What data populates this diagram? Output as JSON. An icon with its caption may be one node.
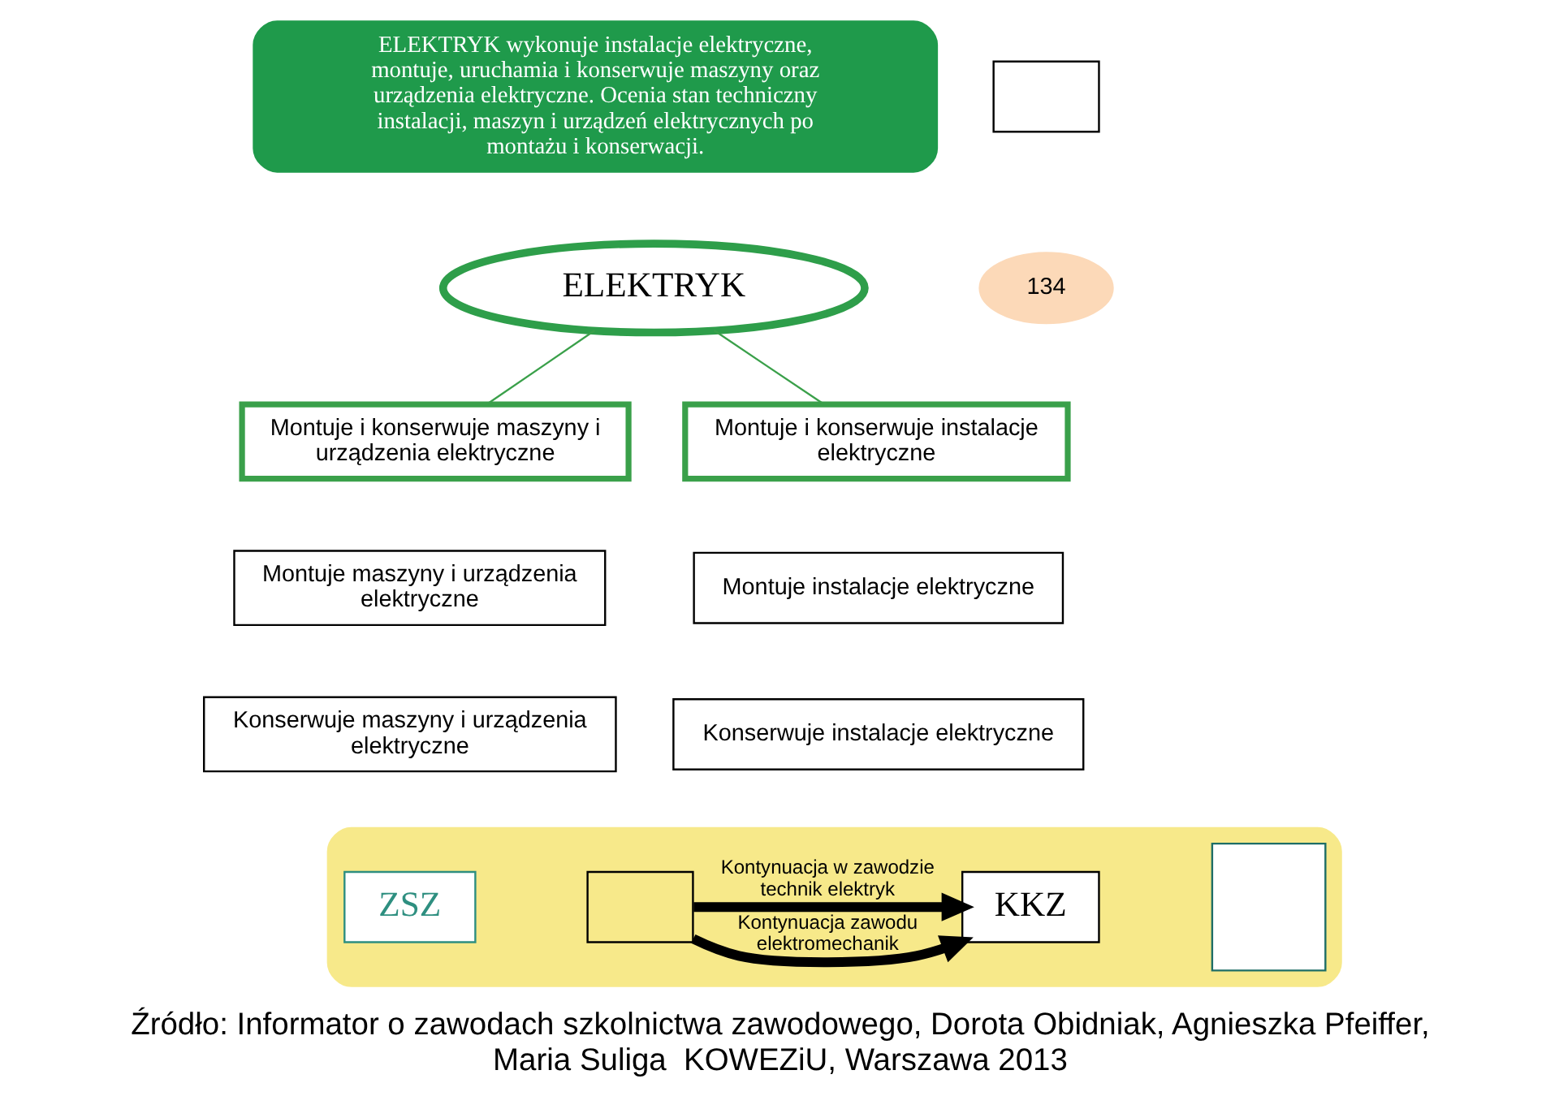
{
  "diagram": {
    "caption": "Źródło: Informator o zawodach szkolnictwa zawodowego, Dorota Obidniak, Agnieszka Pfeiffer, Maria Suliga  KOWEZiU, Warszawa 2013",
    "nodes": [
      {
        "text": [
          "ELEKTRYK"
        ]
      },
      {
        "text": [
          "Montuje i konserwuje maszyny i urządzenia elektryczne"
        ]
      },
      {
        "text": [
          "Montuje i konserwuje instalacje elektryczne"
        ]
      },
      {
        "text": [
          "Montuje maszyny i urządzenia elektryczne"
        ]
      },
      {
        "text": [
          "Konserwuje maszyny i urządzenia elektryczne"
        ]
      },
      {
        "text": [
          "Montuje instalacje elektryczne"
        ]
      },
      {
        "text": [
          "Konserwuje instalacje elektryczne"
        ]
      },
      {
        "text": [
          "ELEKTRYK wykonuje instalacje elektryczne, montuje, uruchamia i konserwuje maszyny oraz urządzenia elektryczne. Ocenia stan techniczny instalacji, maszyn i urządzeń elektrycznych po montażu i konserwacji."
        ]
      },
      {
        "text": [],
        "shape": "box"
      },
      {
        "text": [
          "134"
        ]
      },
      {
        "text": [],
        "shape": "band"
      },
      {
        "text": [
          "ZSZ"
        ],
        "in": 10
      },
      {
        "text": [],
        "shape": "box",
        "in": 10
      },
      {
        "text": [
          "KKZ"
        ],
        "in": 10
      },
      {
        "text": [],
        "shape": "person",
        "in": 10
      }
    ],
    "edges": [
      {
        "from": 0,
        "to": 1,
        "arrow": "none",
        "color": "#3aa04a"
      },
      {
        "from": 0,
        "to": 2,
        "arrow": "none",
        "color": "#3aa04a"
      },
      {
        "from": 12,
        "to": 13,
        "arrow": "to",
        "label": "Kontynuacja zawodu elektromechanik",
        "style": "thick",
        "color": "#000000"
      },
      {
        "from": 12,
        "to": 13,
        "arrow": "to",
        "label": "Kontynuacja w zawodzie technik elektryk",
        "style": "thick",
        "color": "#000000"
      }
    ]
  }
}
